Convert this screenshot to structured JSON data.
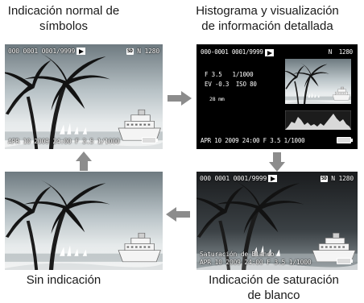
{
  "captions": {
    "top_left_line1": "Indicación normal de",
    "top_left_line2": "símbolos",
    "top_right_line1": "Histograma y visualización",
    "top_right_line2": "de información detallada",
    "bottom_left": "Sin indicación",
    "bottom_right_line1": "Indicación de saturación",
    "bottom_right_line2": "de blanco"
  },
  "normal": {
    "file": "000 0001",
    "count": "0001/9999",
    "size": "N 1280",
    "sd": "SD",
    "footer": "APR 10 2009 24:00 F 3.5 1/1000"
  },
  "detail": {
    "file": "000-0001",
    "count": "0001/9999",
    "size": "N  1280",
    "aperture": "F 3.5   1/1000",
    "ev_iso": "EV -0.3  ISO 80",
    "focal": "28 mm",
    "footer": "APR 10 2009 24:00 F 3.5 1/1000"
  },
  "whitesat": {
    "file": "000 0001",
    "count": "0001/9999",
    "sd": "SD",
    "size": "N 1280",
    "label": "Saturación de Blanco",
    "footer": "APR 10 2009 24:00 F 3.5 1/1000"
  },
  "icons": [
    "play-icon",
    "sd-card-icon",
    "battery-icon",
    "arrow-right-icon",
    "arrow-down-icon",
    "arrow-left-icon",
    "arrow-up-icon"
  ],
  "colors": {
    "arrow": "#8c8c8c",
    "sky_light": "#c8d0d4",
    "sky_dark": "#5a6268"
  }
}
